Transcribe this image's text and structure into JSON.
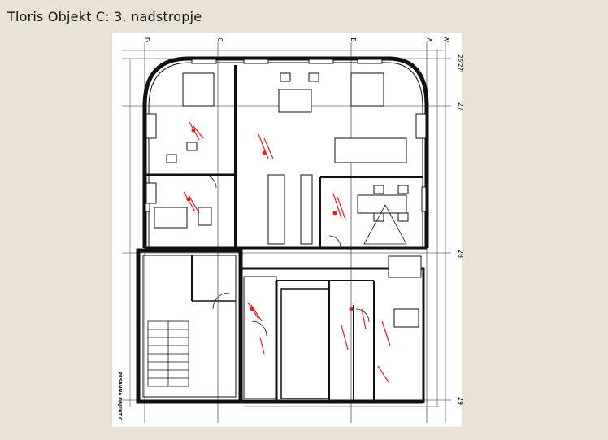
{
  "page": {
    "title": "Tloris Objekt C: 3. nadstropje"
  },
  "drawing": {
    "column_labels": [
      "D",
      "C",
      "B",
      "A",
      "A'"
    ],
    "row_labels": [
      "26'27'",
      "27",
      "28",
      "29"
    ],
    "side_note": "PESANNA OBJEKT C",
    "line_color": "#111111",
    "annotation_color": "#e02020",
    "background": "#ffffff"
  }
}
